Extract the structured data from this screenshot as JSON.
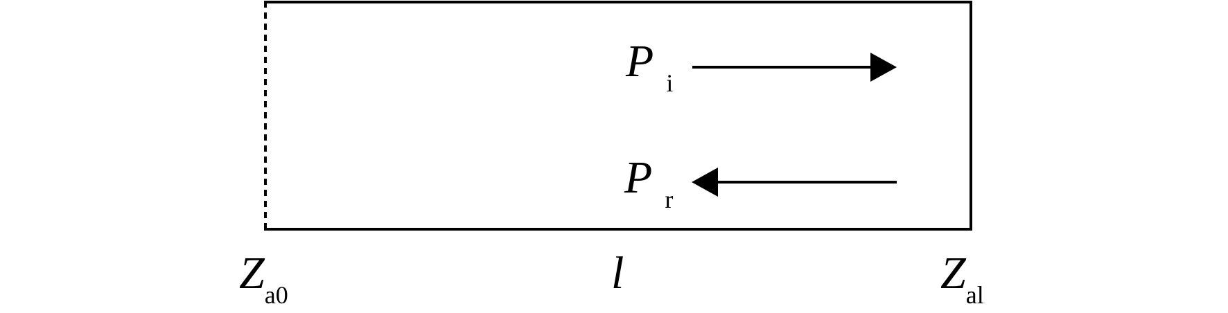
{
  "labels": {
    "incident_wave": {
      "symbol": "P",
      "subscript": "i"
    },
    "reflected_wave": {
      "symbol": "P",
      "subscript": "r"
    },
    "left_impedance": {
      "symbol": "Z",
      "subscript": "a0"
    },
    "length": {
      "symbol": "l"
    },
    "right_impedance": {
      "symbol": "Z",
      "subscript": "al"
    }
  },
  "colors": {
    "stroke": "#000000",
    "background": "#ffffff"
  }
}
